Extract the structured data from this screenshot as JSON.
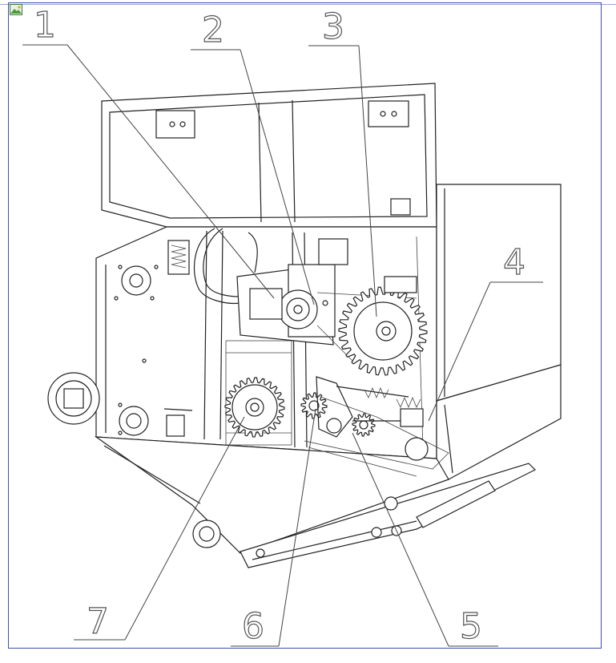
{
  "callouts": [
    {
      "label": "1"
    },
    {
      "label": "2"
    },
    {
      "label": "3"
    },
    {
      "label": "4"
    },
    {
      "label": "5"
    },
    {
      "label": "6"
    },
    {
      "label": "7"
    }
  ],
  "colors": {
    "frame": "#3b4fa8",
    "line": "#222222",
    "numeral_outline": "#555555"
  },
  "icons": {
    "corner": "image-icon"
  }
}
